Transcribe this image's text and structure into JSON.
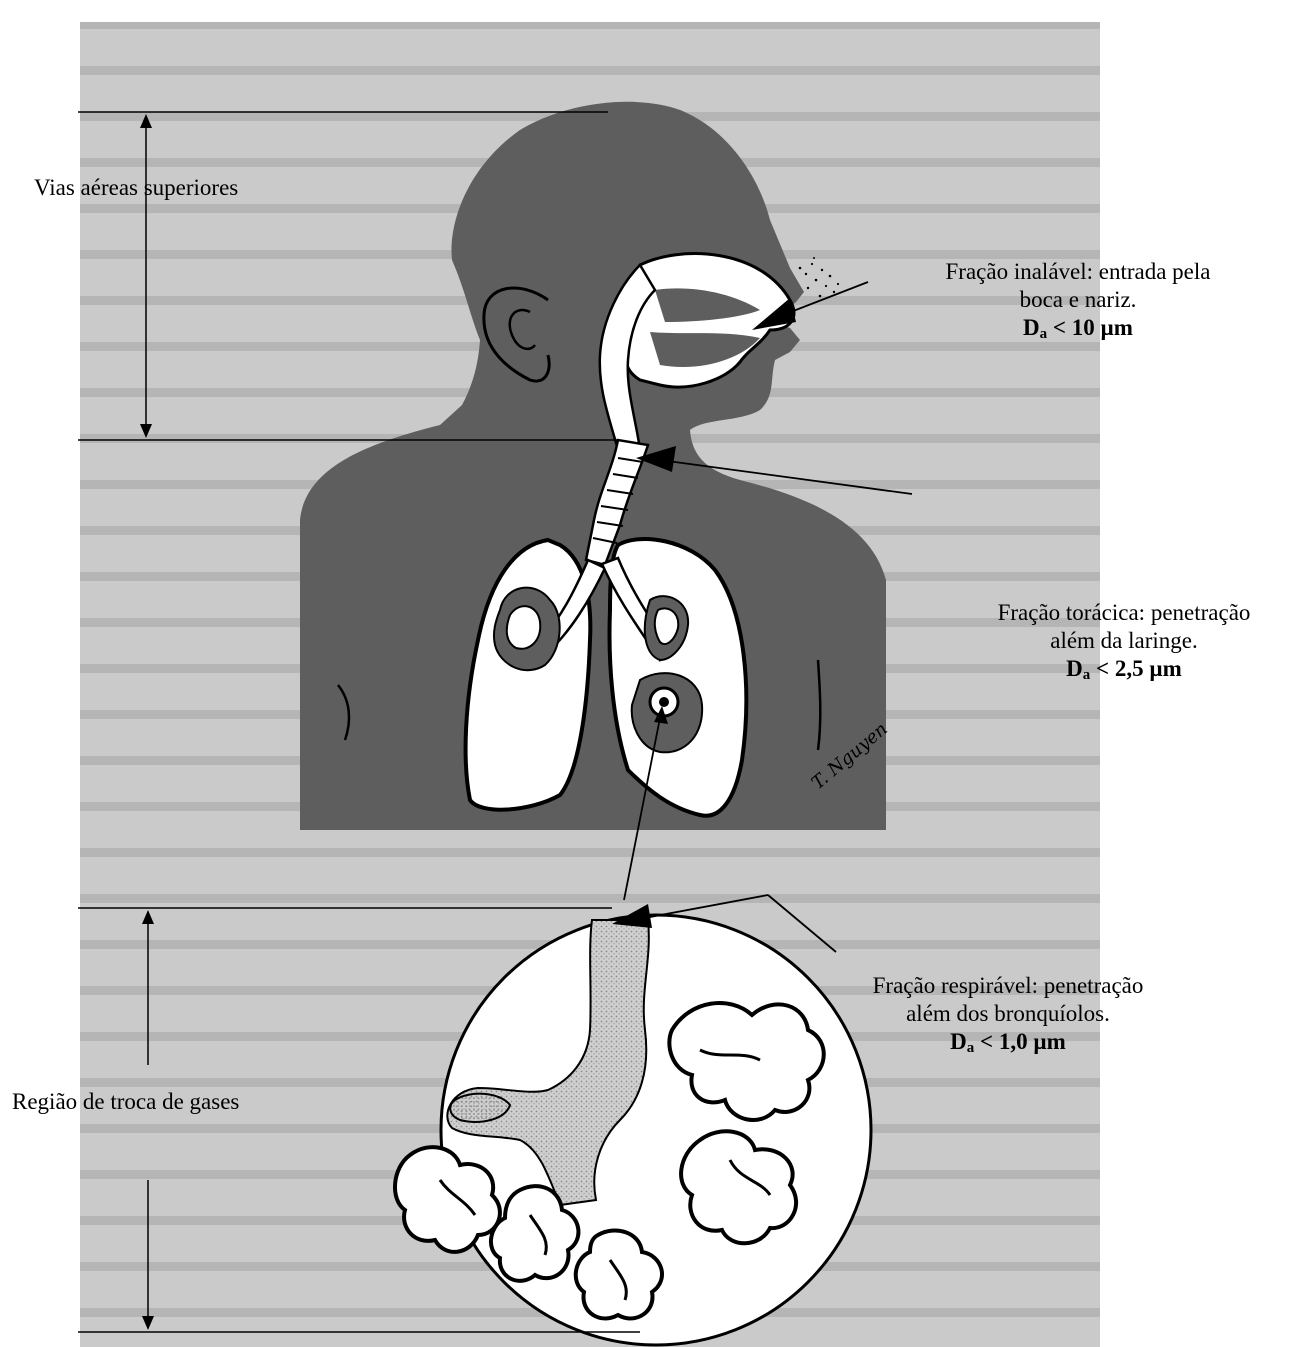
{
  "labels": {
    "upper_airways": "Vias aéreas superiores",
    "gas_exchange": "Região de troca de gases"
  },
  "fractions": {
    "inhalable": {
      "line1": "Fração inalável: entrada pela",
      "line2": "boca e nariz.",
      "d_symbol": "D",
      "d_sub": "a",
      "d_value": " < 10 µm"
    },
    "thoracic": {
      "line1": "Fração torácica: penetração",
      "line2": "além da laringe.",
      "d_symbol": "D",
      "d_sub": "a",
      "d_value": " < 2,5 µm"
    },
    "respirable": {
      "line1": "Fração respirável: penetração",
      "line2": "além dos bronquíolos.",
      "d_symbol": "D",
      "d_sub": "a",
      "d_value": " < 1,0 µm"
    }
  },
  "signature": "T. Nguyen",
  "colors": {
    "body_fill": "#5e5e5e",
    "background_page": "#d6d6d6",
    "airway_fill": "#ffffff",
    "stipple": "#b5b5b5"
  }
}
